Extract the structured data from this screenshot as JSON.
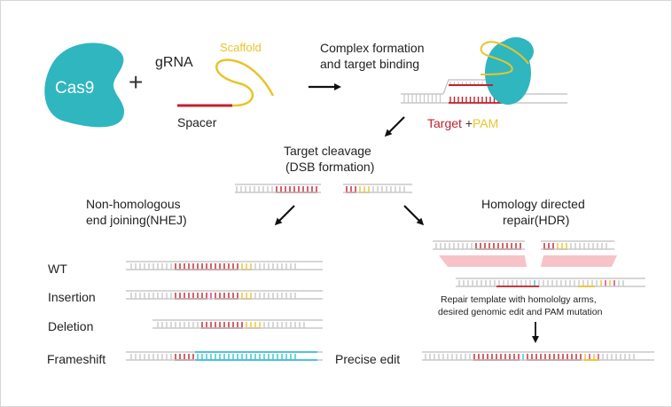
{
  "colors": {
    "cas9": "#2fb6bf",
    "spacer": "#c0222f",
    "scaffold": "#e8c42b",
    "dna": "#c8c8c8",
    "insertion": "#e0307a",
    "frameshift": "#3bbfd6",
    "homology": "#f6c3c8",
    "edit": "#3bbfd6",
    "border": "#d6d6d6"
  },
  "step1": {
    "cas9_label": "Cas9",
    "plus": "+",
    "grna_label": "gRNA",
    "scaffold_label": "Scaffold",
    "spacer_label": "Spacer"
  },
  "step2": {
    "title_line1": "Complex formation",
    "title_line2": "and target binding",
    "target_label": "Target",
    "plus": "+",
    "pam_label": "PAM"
  },
  "step3": {
    "title_line1": "Target cleavage",
    "title_line2": "(DSB formation)"
  },
  "nhej": {
    "title_line1": "Non-homologous",
    "title_line2": "end joining(NHEJ)",
    "rows": [
      {
        "label": "WT"
      },
      {
        "label": "Insertion"
      },
      {
        "label": "Deletion"
      },
      {
        "label": "Frameshift"
      }
    ]
  },
  "hdr": {
    "title_line1": "Homology directed",
    "title_line2": "repair(HDR)",
    "template_line1": "Repair template with homololgy arms,",
    "template_line2": "desired genomic edit and PAM mutation",
    "result_label": "Precise edit"
  }
}
